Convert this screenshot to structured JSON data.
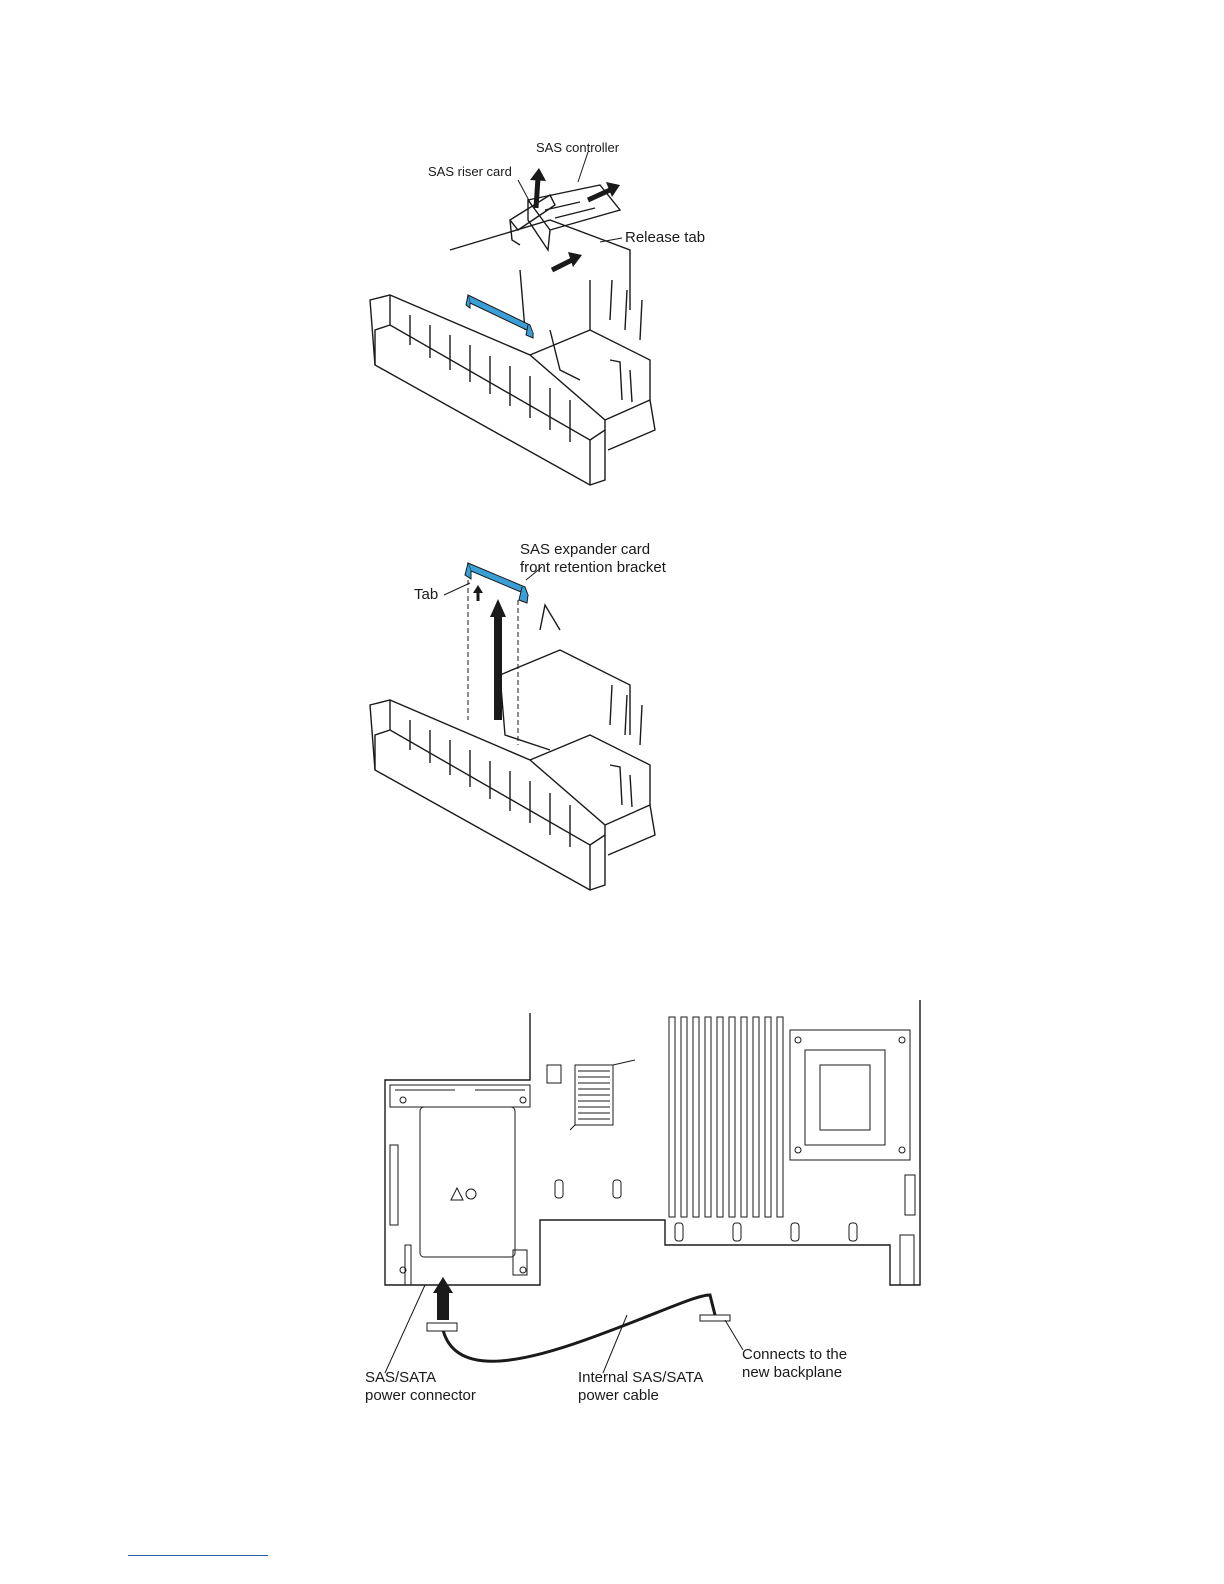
{
  "figures": [
    {
      "id": "sas-controller-removal",
      "labels": {
        "sas_controller": "SAS controller",
        "sas_riser_card": "SAS riser card",
        "release_tab": "Release tab"
      }
    },
    {
      "id": "expander-bracket-removal",
      "labels": {
        "bracket_line1": "SAS expander card",
        "bracket_line2": "front retention bracket",
        "tab": "Tab"
      }
    },
    {
      "id": "power-cable-routing",
      "labels": {
        "power_connector_line1": "SAS/SATA",
        "power_connector_line2": "power connector",
        "cable_line1": "Internal SAS/SATA",
        "cable_line2": "power cable",
        "connects_line1": "Connects to the",
        "connects_line2": "new backplane"
      }
    }
  ],
  "colors": {
    "highlight": "#3a9fd6",
    "ink": "#1a1a1a",
    "footer_rule": "#2a5db0"
  }
}
